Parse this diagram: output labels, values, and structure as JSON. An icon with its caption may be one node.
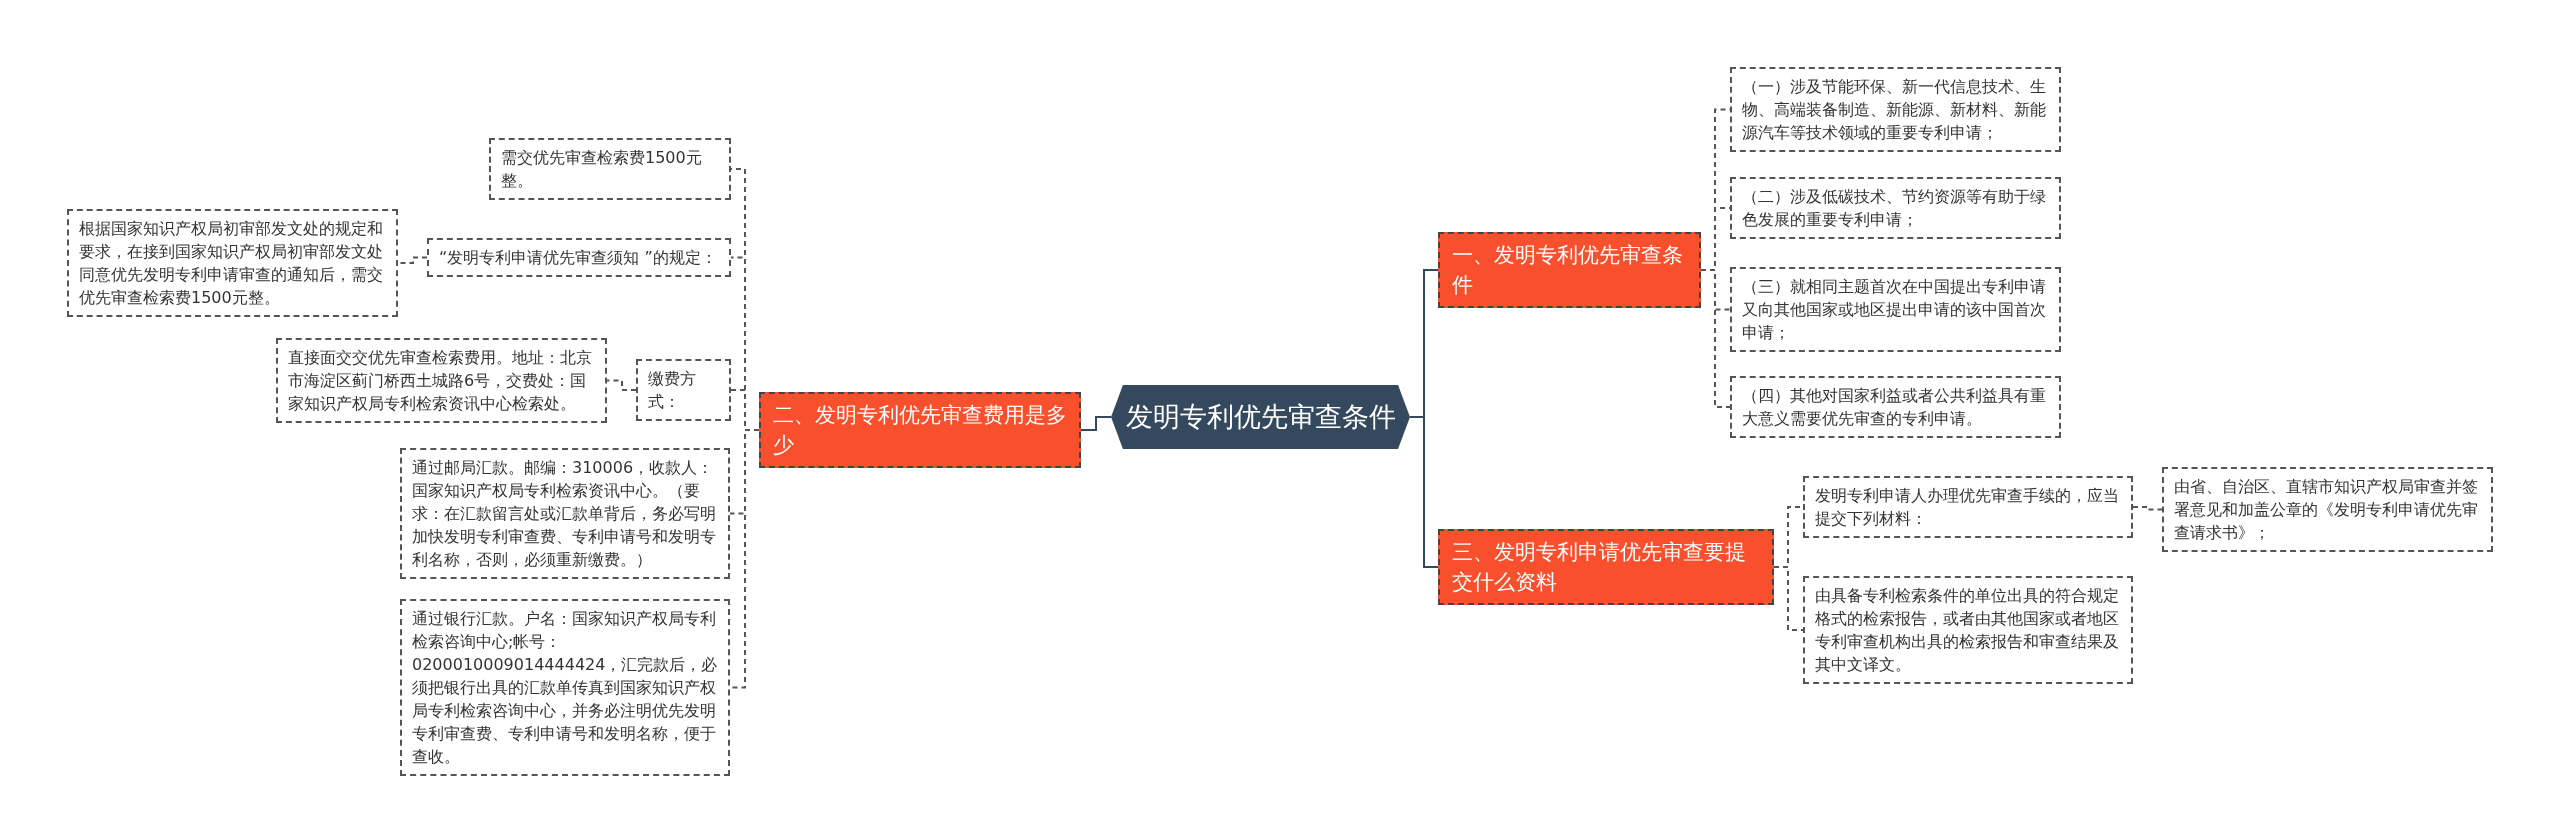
{
  "diagram": {
    "nodes": [
      {
        "text": [
          "发明专利优先审查条件"
        ]
      },
      {
        "text": [
          "一、发明专利优先审查条件"
        ]
      },
      {
        "text": [
          "（一）涉及节能环保、新一代信息技术、生物、高端装备制造、新能源、新材料、新能源汽车等技术领域的重要专利申请；"
        ]
      },
      {
        "text": [
          "（二）涉及低碳技术、节约资源等有助于绿色发展的重要专利申请；"
        ]
      },
      {
        "text": [
          "（三）就相同主题首次在中国提出专利申请又向其他国家或地区提出申请的该中国首次申请；"
        ]
      },
      {
        "text": [
          "（四）其他对国家利益或者公共利益具有重大意义需要优先审查的专利申请。"
        ]
      },
      {
        "text": [
          "三、发明专利申请优先审查要提交什么资料"
        ]
      },
      {
        "text": [
          "发明专利申请人办理优先审查手续的，应当提交下列材料："
        ]
      },
      {
        "text": [
          "由省、自治区、直辖市知识产权局审查并签署意见和加盖公章的《发明专利申请优先审查请求书》；"
        ]
      },
      {
        "text": [
          "由具备专利检索条件的单位出具的符合规定格式的检索报告，或者由其他国家或者地区专利审查机构出具的检索报告和审查结果及其中文译文。"
        ]
      },
      {
        "text": [
          "二、发明专利优先审查费用是多少"
        ]
      },
      {
        "text": [
          "需交优先审查检索费1500元整。"
        ]
      },
      {
        "text": [
          "“发明专利申请优先审查须知 ”的规定："
        ]
      },
      {
        "text": [
          "根据国家知识产权局初审部发文处的规定和要求，在接到国家知识产权局初审部发文处同意优先发明专利申请审查的通知后，需交优先审查检索费1500元整。"
        ]
      },
      {
        "text": [
          "缴费方式："
        ]
      },
      {
        "text": [
          "直接面交交优先审查检索费用。地址：北京市海淀区蓟门桥西土城路6号，交费处：国家知识产权局专利检索资讯中心检索处。"
        ]
      },
      {
        "text": [
          "通过邮局汇款。邮编：310006，收款人：国家知识产权局专利检索资讯中心。（要求：在汇款留言处或汇款单背后，务必写明加快发明专利审查费、专利申请号和发明专利名称，否则，必须重新缴费。）"
        ]
      },
      {
        "text": [
          "通过银行汇款。户名：国家知识产权局专利检索咨询中心;帐号：0200010009014444424，汇完款后，必须把银行出具的汇款单传真到国家知识产权局专利检索咨询中心，并务必注明优先发明专利审查费、专利申请号和发明名称，便于查收。"
        ]
      }
    ],
    "edges": [
      {
        "from": 0,
        "to": 1,
        "arrow": "none"
      },
      {
        "from": 0,
        "to": 6,
        "arrow": "none"
      },
      {
        "from": 0,
        "to": 10,
        "arrow": "none"
      },
      {
        "from": 1,
        "to": 2,
        "arrow": "none",
        "style": "dashed"
      },
      {
        "from": 1,
        "to": 3,
        "arrow": "none",
        "style": "dashed"
      },
      {
        "from": 1,
        "to": 4,
        "arrow": "none",
        "style": "dashed"
      },
      {
        "from": 1,
        "to": 5,
        "arrow": "none",
        "style": "dashed"
      },
      {
        "from": 6,
        "to": 7,
        "arrow": "none",
        "style": "dashed"
      },
      {
        "from": 6,
        "to": 9,
        "arrow": "none",
        "style": "dashed"
      },
      {
        "from": 7,
        "to": 8,
        "arrow": "none",
        "style": "dashed"
      },
      {
        "from": 10,
        "to": 11,
        "arrow": "none",
        "style": "dashed"
      },
      {
        "from": 10,
        "to": 12,
        "arrow": "none",
        "style": "dashed"
      },
      {
        "from": 10,
        "to": 14,
        "arrow": "none",
        "style": "dashed"
      },
      {
        "from": 10,
        "to": 16,
        "arrow": "none",
        "style": "dashed"
      },
      {
        "from": 10,
        "to": 17,
        "arrow": "none",
        "style": "dashed"
      },
      {
        "from": 12,
        "to": 13,
        "arrow": "none",
        "style": "dashed"
      },
      {
        "from": 14,
        "to": 15,
        "arrow": "none",
        "style": "dashed"
      }
    ]
  }
}
